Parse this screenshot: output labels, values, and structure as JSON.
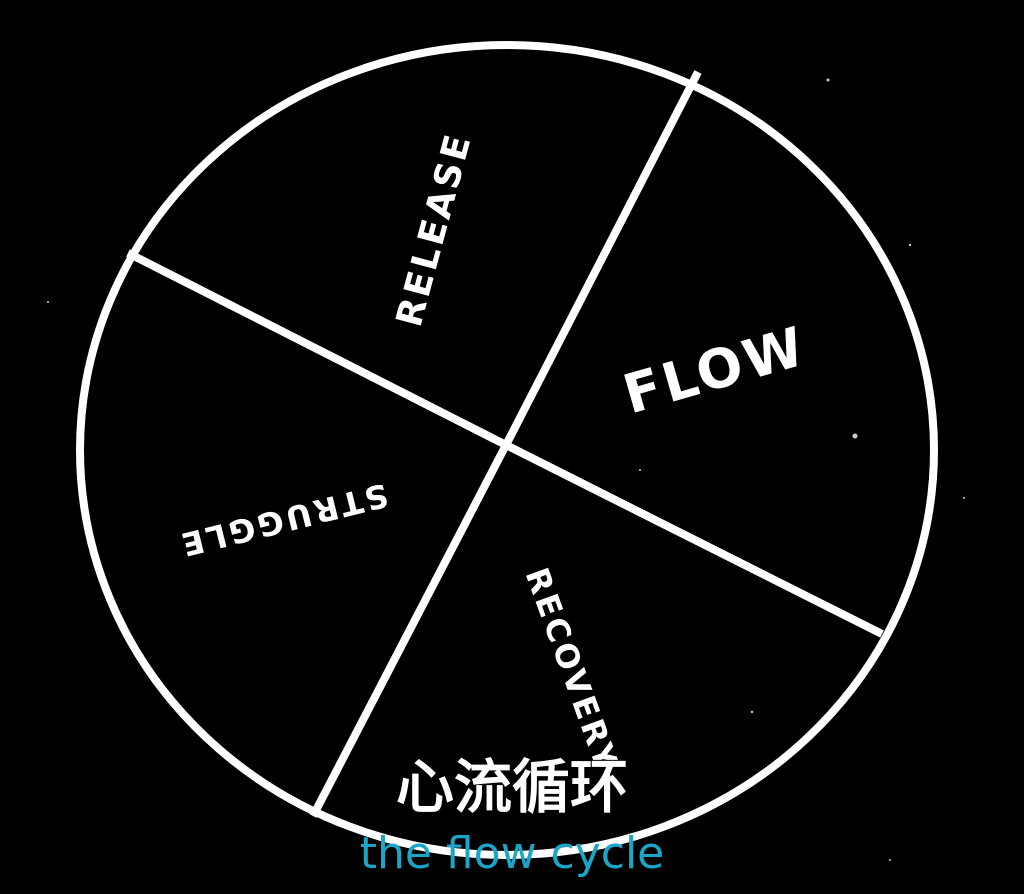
{
  "diagram": {
    "segments": [
      {
        "id": "flow",
        "label": "FLOW"
      },
      {
        "id": "recovery",
        "label": "RECOVERY"
      },
      {
        "id": "struggle",
        "label": "STRUGGLE"
      },
      {
        "id": "release",
        "label": "RELEASE"
      }
    ]
  },
  "caption": {
    "chinese": "心流循环",
    "english": "the flow cycle"
  },
  "colors": {
    "background": "#000000",
    "lines": "#ffffff",
    "label": "#ffffff",
    "caption_english": "#1aa6c8"
  }
}
